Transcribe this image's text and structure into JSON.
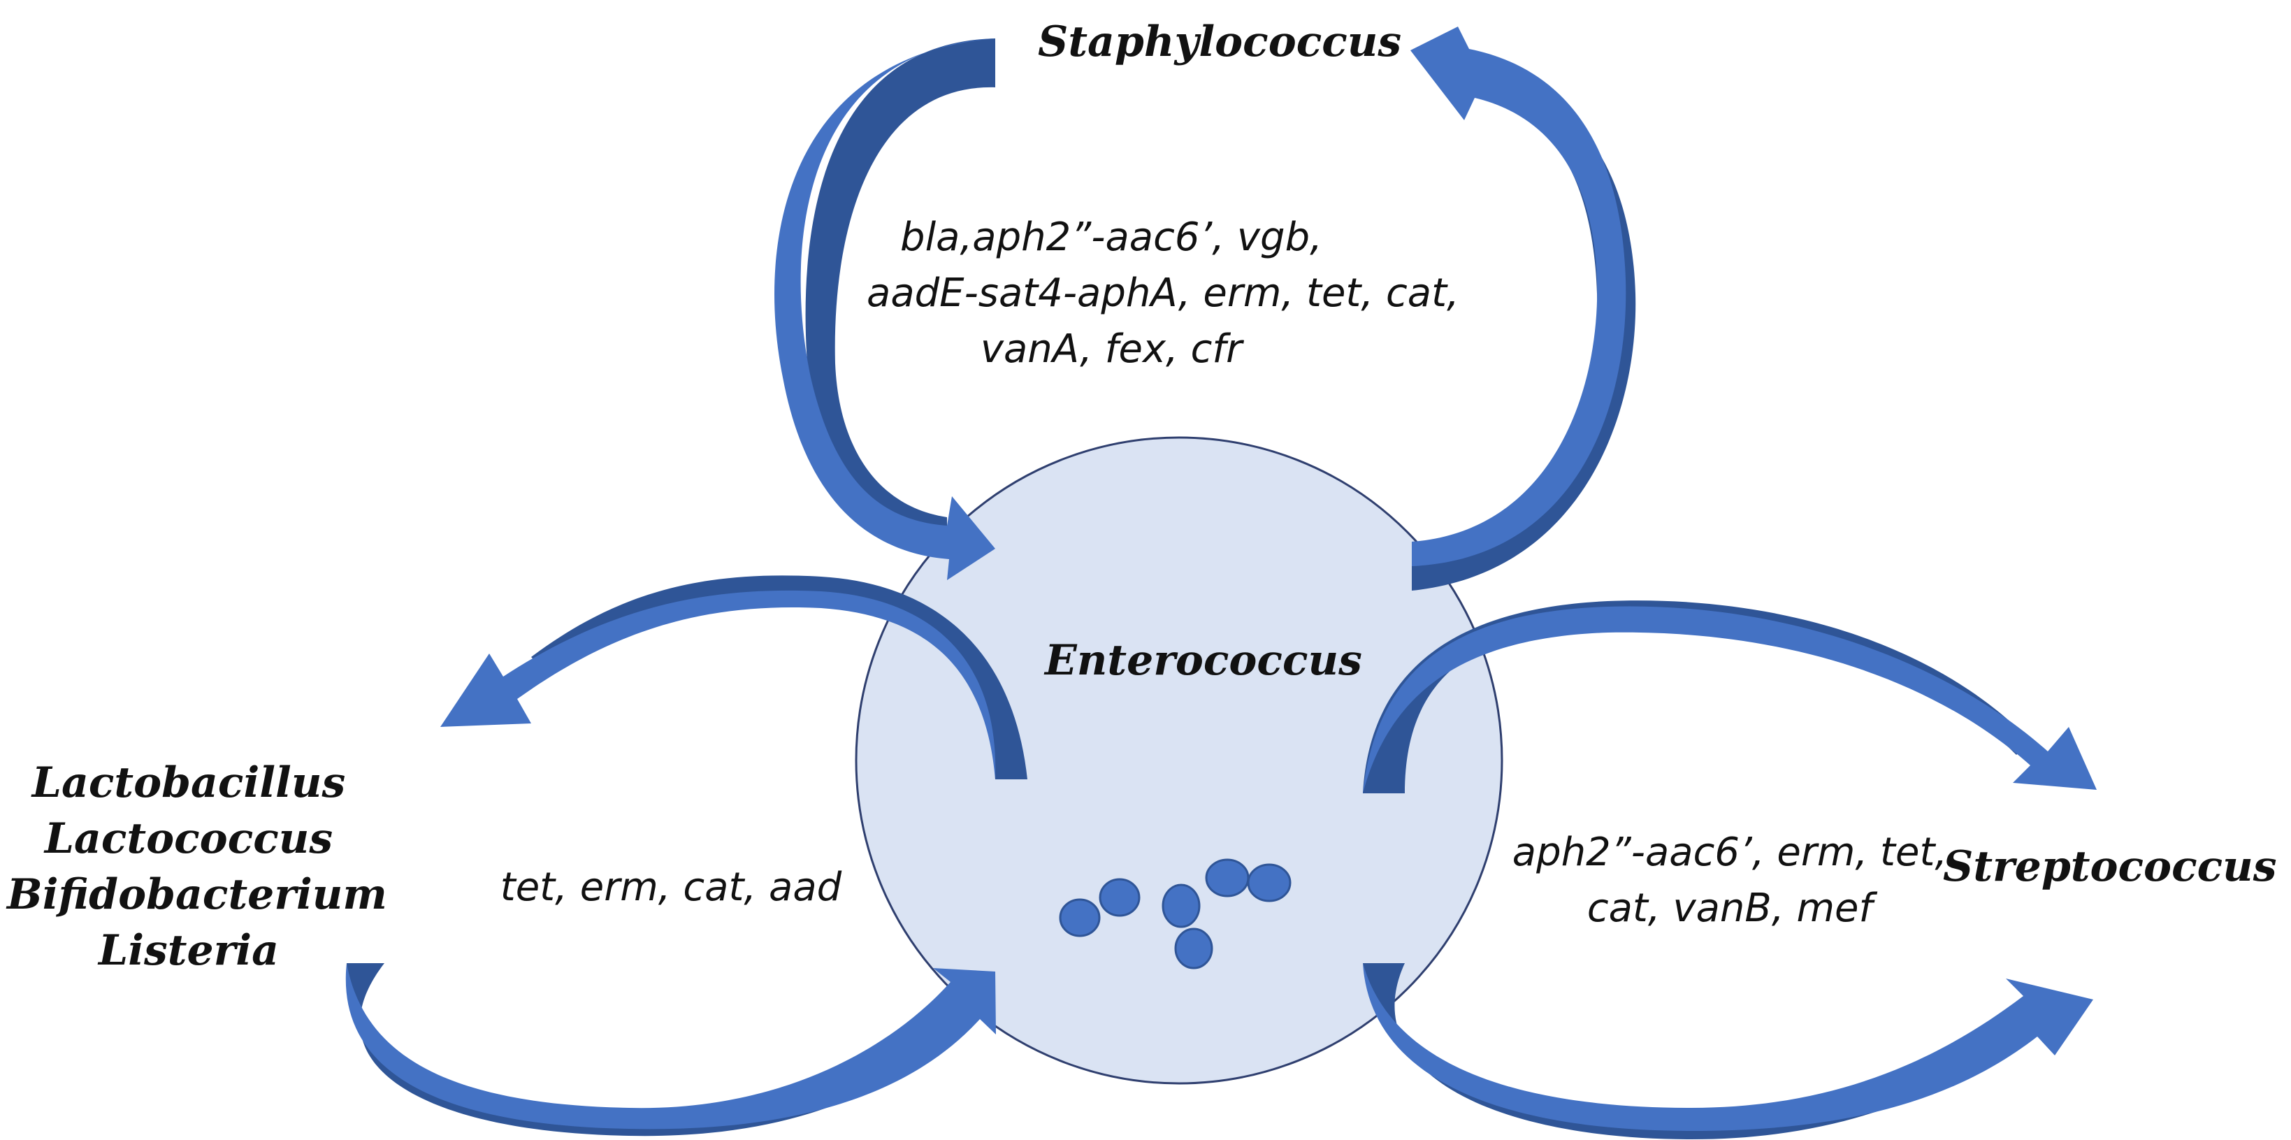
{
  "colors": {
    "arrow_light": "#4472C4",
    "arrow_dark": "#2F5597",
    "circle_fill": "#DAE3F3",
    "circle_stroke": "#2F3F6F",
    "cell_fill": "#4472C4",
    "cell_stroke": "#2F5597"
  },
  "center": {
    "label": "Enterococcus"
  },
  "top": {
    "label": "Staphylococcus",
    "genes": [
      "bla,aph2”-aac6’, vgb,",
      "aadE-sat4-aphA, erm, tet, cat,",
      "vanA, fex, cfr"
    ]
  },
  "left": {
    "labels": [
      "Lactobacillus",
      "Lactococcus",
      "Bifidobacterium",
      "Listeria"
    ],
    "genes": [
      "tet, erm, cat, aad"
    ]
  },
  "right": {
    "label": "Streptococcus",
    "genes": [
      "aph2”-aac6’, erm, tet,",
      "cat, vanB, mef"
    ]
  }
}
